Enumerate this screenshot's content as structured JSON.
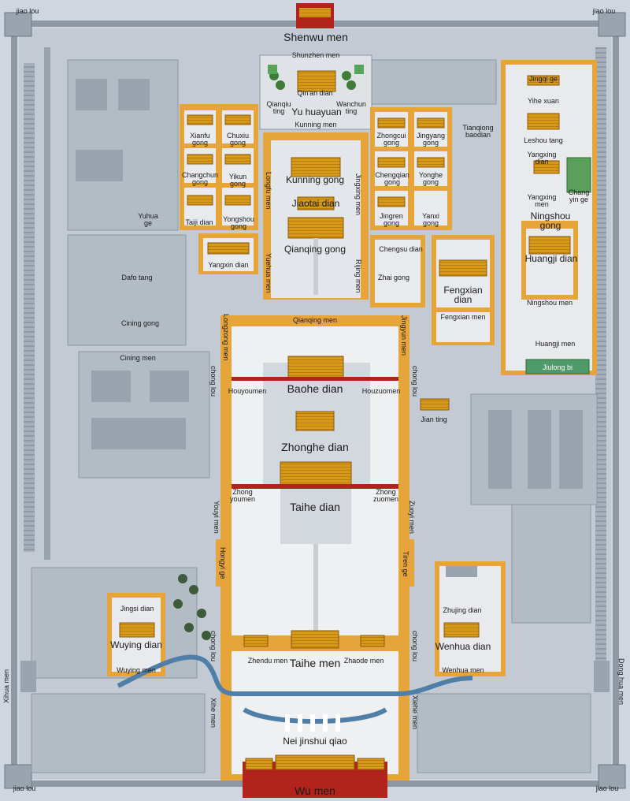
{
  "map": {
    "colors": {
      "background": "#cfd6df",
      "grey_building": "#9aa4ae",
      "paved": "#eceef0",
      "wall": "#e6a53a",
      "wall_dark": "#b9761b",
      "roof": "#d79a16",
      "red": "#b2241b",
      "water": "#4f7ea8",
      "tree": "#3d5a3a"
    },
    "labels": {
      "jiao_lou_nw": "jiao lou",
      "jiao_lou_ne": "jiao lou",
      "jiao_lou_sw": "jiao lou",
      "jiao_lou_se": "jiao lou",
      "shenwu_men": "Shenwu men",
      "shunzhen_men": "Shunzhen men",
      "qinan_dian": "Qin'an dian",
      "qianqiu_ting": "Qianqiu ting",
      "yu_huayuan": "Yu huayuan",
      "wanchun_ting": "Wanchun ting",
      "kunning_men": "Kunning men",
      "kunning_gong": "Kunning gong",
      "jiaotai_dian": "Jiaotai dian",
      "qianqing_gong": "Qianqing gong",
      "longfu_men": "Longfu men",
      "jingxing_men": "Jingxing men",
      "yuehua_men": "Yuehua men",
      "rijing_men": "Rijing men",
      "qianqing_men": "Qianqing men",
      "longzong_men": "Longzong men",
      "jingyun_men": "Jingyun men",
      "xianfu_gong": "Xianfu gong",
      "chuxiu_gong": "Chuxiu gong",
      "changchun_gong": "Changchun gong",
      "yikun_gong": "Yikun gong",
      "taiji_dian": "Taiji dian",
      "yongshou_gong": "Yongshou gong",
      "yangxin_dian": "Yangxin dian",
      "yuhua_ge": "Yuhua ge",
      "dafo_tang": "Dafo tang",
      "cining_gong": "Cining gong",
      "cining_men": "Cining men",
      "zhongcui_gong": "Zhongcui gong",
      "jingyang_gong": "Jingyang gong",
      "chengqian_gong": "Chengqian gong",
      "yonghe_gong": "Yonghe gong",
      "jingren_gong": "Jingren gong",
      "yanxi_gong": "Yanxi gong",
      "tianqiong_baodian": "Tianqiong baodian",
      "chengsu_dian": "Chengsu dian",
      "zhai_gong": "Zhai gong",
      "fengxian_dian": "Fengxian dian",
      "fengxian_men": "Fengxian men",
      "jingqi_ge": "Jingqi ge",
      "yihe_xuan": "Yihe xuan",
      "leshou_tang": "Leshou tang",
      "yangxing_dian": "Yangxing dian",
      "yangxing_men": "Yangxing men",
      "changyin_ge": "Chang yin ge",
      "ningshou_gong": "Ningshou gong",
      "huangji_dian": "Huangji dian",
      "ningshou_men": "Ningshou men",
      "huangji_men": "Huangji men",
      "jiulong_bi": "Jiulong bi",
      "chong_lou_w1": "chong lou",
      "chong_lou_e1": "chong lou",
      "houyoumen": "Houyoumen",
      "baohe_dian": "Baohe dian",
      "houzuomen": "Houzuomen",
      "jian_ting": "Jian ting",
      "zhonghe_dian": "Zhonghe dian",
      "zhong_youmen": "Zhong youmen",
      "taihe_dian": "Taihe dian",
      "zhong_zuomen": "Zhong zuomen",
      "youyi_men": "Youyi men",
      "zuoyi_men": "Zuoyi men",
      "hongyi_ge": "Hongyi ge",
      "tiren_ge": "Tiren ge",
      "jingsi_dian": "Jingsi dian",
      "wuying_dian": "Wuying dian",
      "wuying_men": "Wuying men",
      "zhujing_dian": "Zhujing dian",
      "wenhua_dian": "Wenhua dian",
      "wenhua_men": "Wenhua men",
      "chong_lou_w2": "chong lou",
      "chong_lou_e2": "chong lou",
      "zhendu_men": "Zhendu men",
      "taihe_men": "Taihe men",
      "zhaode_men": "Zhaode men",
      "xihua_men": "Xihua men",
      "donghua_men": "Dong hua men",
      "xihe_men": "Xihe men",
      "xiehe_men": "Xiehe men",
      "nei_jinshui_qiao": "Nei jinshui qiao",
      "wu_men": "Wu men"
    }
  }
}
